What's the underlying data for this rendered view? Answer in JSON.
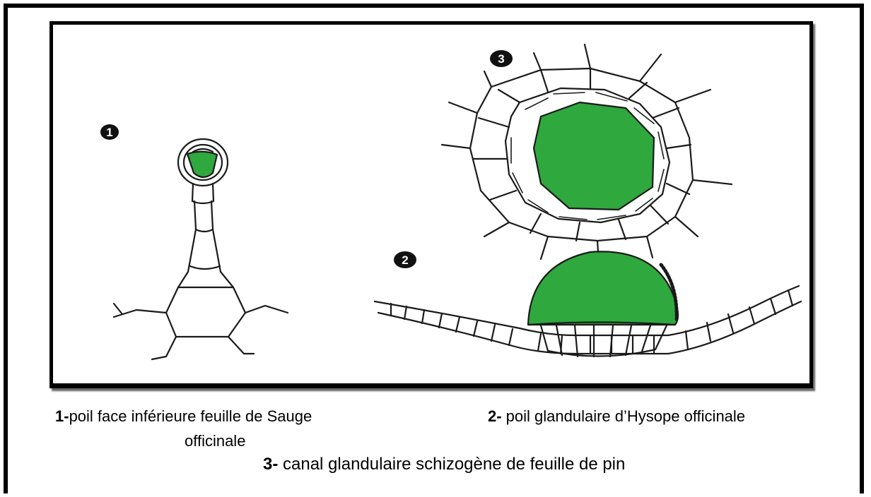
{
  "figure": {
    "markers": [
      "1",
      "2",
      "3"
    ],
    "colors": {
      "secretion": "#2fa83d",
      "outline": "#1a1a1a",
      "frame": "#000000"
    }
  },
  "captions": {
    "c1": {
      "num": "1-",
      "text": "poil face inférieure feuille de Sauge",
      "cont": "officinale"
    },
    "c2": {
      "num": "2-",
      "text": " poil glandulaire d’Hysope officinale"
    },
    "c3": {
      "num": "3-",
      "text": " canal glandulaire schizogène de feuille de pin"
    }
  }
}
